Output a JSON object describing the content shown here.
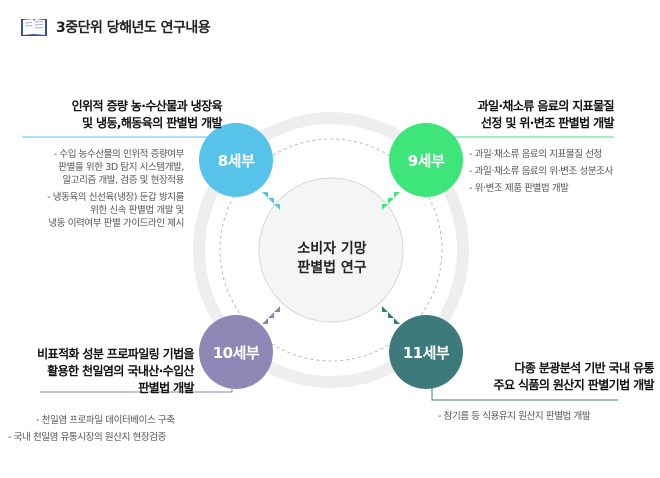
{
  "header": {
    "title": "3중단위 당해년도 연구내용"
  },
  "center": {
    "line1": "소비자 기망",
    "line2": "판별법 연구"
  },
  "colors": {
    "c8": "#58c3ea",
    "c9": "#3ee57a",
    "c10": "#8d88b5",
    "c11": "#3c7a7c",
    "ring": "#eeeeee",
    "center_fill": "#f5f5f5"
  },
  "sections": {
    "s8": {
      "label": "8세부",
      "title": [
        "인위적 증량 농·수산물과 냉장육",
        "및 냉동,해동육의 판별법 개발"
      ],
      "items": [
        [
          "- 수입 농수산물의 인위적 증량여부",
          "판별을 위한 3D 탐지 시스템개발,",
          "알고리즘 개발, 검증 및 현장적용"
        ],
        [
          "- 냉동육의 신선육(냉장) 둔갑 방지를",
          "위한 신속 판별법 개발 및",
          "냉동 이력여부 판별 가이드라인 제시"
        ]
      ]
    },
    "s9": {
      "label": "9세부",
      "title": [
        "과일·채소류 음료의 지표물질",
        "선정 및 위·변조 판별법 개발"
      ],
      "items": [
        [
          "- 과일·채소류 음료의 지표물질 선정"
        ],
        [
          "- 과일·채소류 음료의 위·변조 성분조사"
        ],
        [
          "- 위·변조 제품 판별법 개발"
        ]
      ]
    },
    "s10": {
      "label": "10세부",
      "title": [
        "비표적화 성분 프로파일링 기법을",
        "활용한 천일염의 국내산·수입산",
        "판별법 개발"
      ],
      "items": [
        [
          "- 천일염 프로파일 데이터베이스 구축"
        ],
        [
          "- 국내 천일염 유통시장의 원산지 현장검증"
        ]
      ]
    },
    "s11": {
      "label": "11세부",
      "title": [
        "다종 분광분석 기반 국내 유통",
        "주요 식품의 원산지 판별기법 개발"
      ],
      "items": [
        [
          "- 참기름 등 식용유지 원산지 판별법 개발"
        ]
      ]
    }
  }
}
